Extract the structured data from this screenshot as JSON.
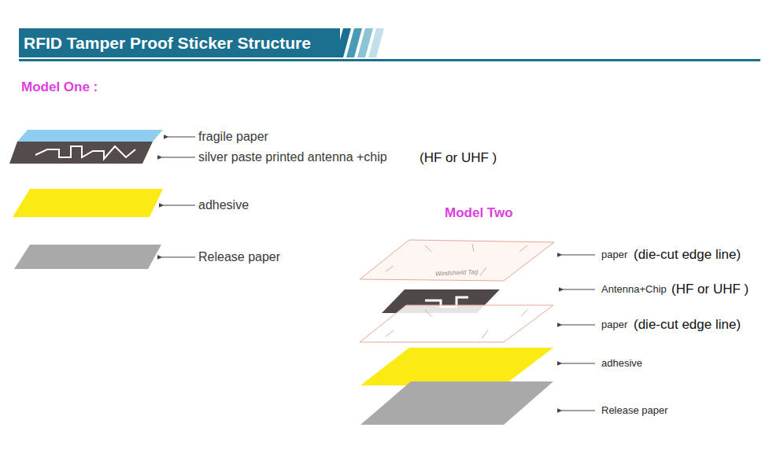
{
  "diagram": {
    "title": "RFID Tamper Proof Sticker Structure",
    "labels": [
      "Model One :",
      "fragile paper",
      "silver paste printed antenna +chip",
      "(HF or UHF )",
      "adhesive",
      "Release paper",
      "Model Two",
      "Windshield Tag",
      "paper",
      "(die-cut edge line)",
      "Antenna+Chip",
      "(HF or UHF )",
      "paper",
      "(die-cut edge line)",
      "adhesive",
      "Release paper"
    ]
  }
}
